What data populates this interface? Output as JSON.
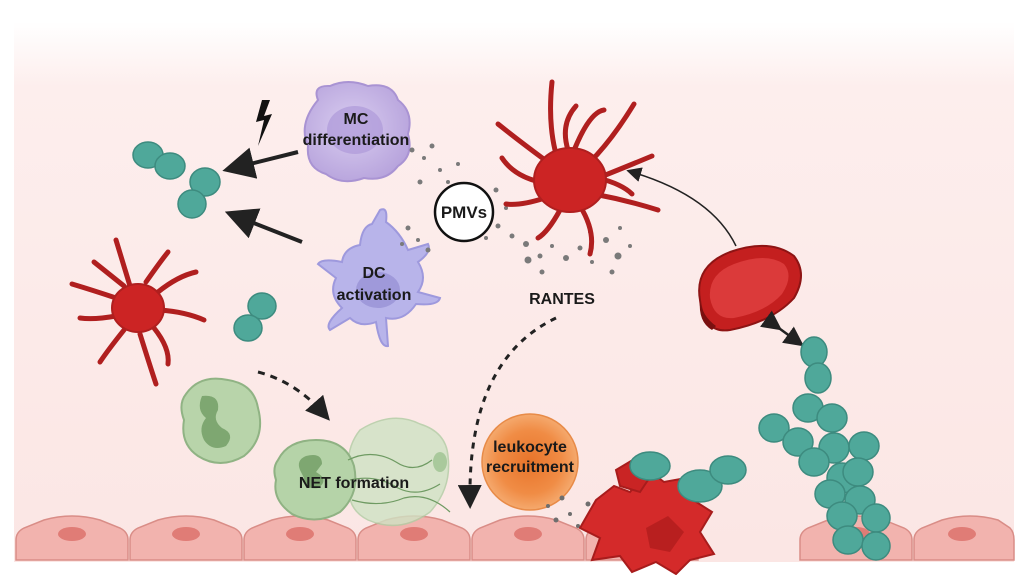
{
  "labels": {
    "mc_line1": "MC",
    "mc_line2": "differentiation",
    "pmvs": "PMVs",
    "dc_line1": "DC",
    "dc_line2": "activation",
    "rantes": "RANTES",
    "net": "NET formation",
    "leuko_line1": "leukocyte",
    "leuko_line2": "recruitment"
  },
  "colors": {
    "background": "#fdecea",
    "platelet": "#d42a2a",
    "platelet_dark": "#a81c1c",
    "bacteria": "#4fa89a",
    "mc_cell": "#cbbbe6",
    "dc_cell": "#b8b4ea",
    "neutrophil": "#b5d3a8",
    "leukocyte": "#f0924a",
    "endothelium": "#f2b8b4"
  },
  "icons": [
    "lightning-icon",
    "double-arrow-icon"
  ]
}
